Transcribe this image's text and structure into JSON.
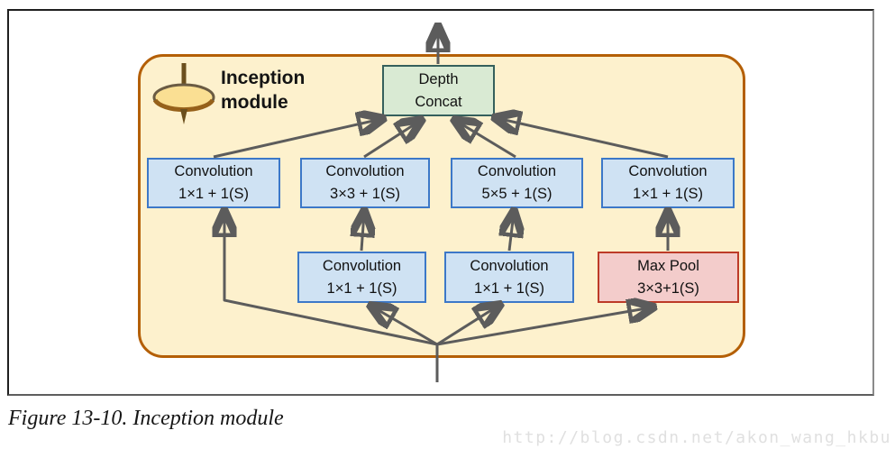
{
  "figure": {
    "module_label": {
      "line1": "Inception",
      "line2": "module"
    },
    "output_box": {
      "line1": "Depth",
      "line2": "Concat"
    },
    "row1": [
      {
        "line1": "Convolution",
        "line2": "1×1 + 1(S)"
      },
      {
        "line1": "Convolution",
        "line2": "3×3 + 1(S)"
      },
      {
        "line1": "Convolution",
        "line2": "5×5 + 1(S)"
      },
      {
        "line1": "Convolution",
        "line2": "1×1 + 1(S)"
      }
    ],
    "row2": [
      {
        "line1": "Convolution",
        "line2": "1×1 + 1(S)"
      },
      {
        "line1": "Convolution",
        "line2": "1×1 + 1(S)"
      },
      {
        "line1": "Max Pool",
        "line2": "3×3+1(S)"
      }
    ]
  },
  "caption": "Figure 13-10. Inception module",
  "watermark": "http://blog.csdn.net/akon_wang_hkbu",
  "colors": {
    "module_bg": "#fdf1cd",
    "module_border": "#b45f06",
    "conv_bg": "#cfe2f3",
    "conv_border": "#3c78c8",
    "pool_bg": "#f3cccb",
    "pool_border": "#bd3b28",
    "concat_bg": "#d9ead3",
    "concat_border": "#35605c",
    "arrow": "#5c5c5c"
  }
}
